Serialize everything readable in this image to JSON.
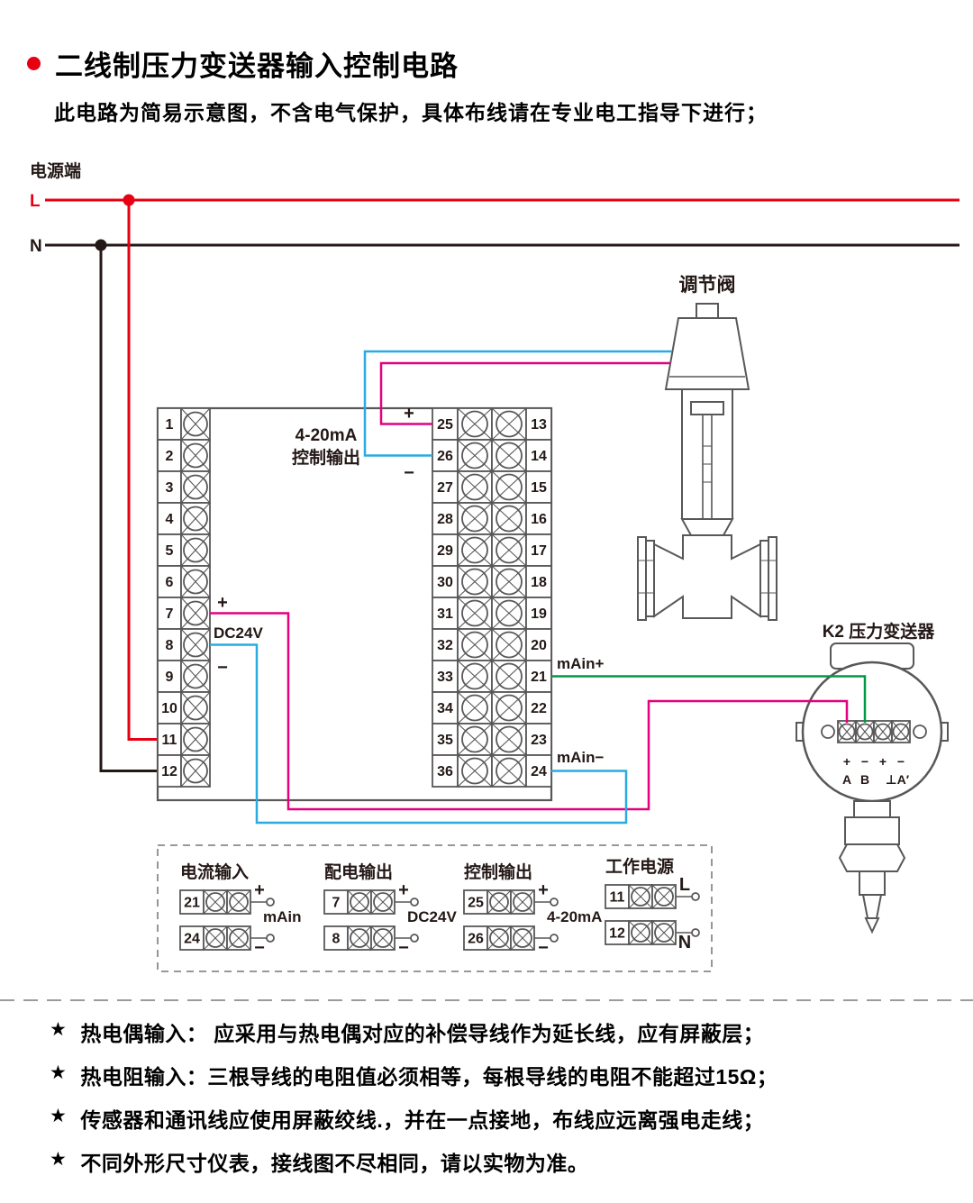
{
  "header": {
    "title": "二线制压力变送器输入控制电路",
    "subtitle": "此电路为简易示意图，不含电气保护，具体布线请在专业电工指导下进行；"
  },
  "power": {
    "label": "电源端",
    "line_l": "L",
    "line_n": "N"
  },
  "valve": {
    "label": "调节阀"
  },
  "instrument": {
    "output_line1": "4-20mA",
    "output_line2": "控制输出",
    "ctrl_plus": "+",
    "ctrl_minus": "−",
    "dc24v_plus": "+",
    "dc24v_label": "DC24V",
    "dc24v_minus": "−",
    "main_plus": "mAin+",
    "main_minus": "mAin−",
    "left_terminals": [
      "1",
      "2",
      "3",
      "4",
      "5",
      "6",
      "7",
      "8",
      "9",
      "10",
      "11",
      "12"
    ],
    "mid_terminals": [
      "25",
      "26",
      "27",
      "28",
      "29",
      "30",
      "31",
      "32",
      "33",
      "34",
      "35",
      "36"
    ],
    "right_terminals": [
      "13",
      "14",
      "15",
      "16",
      "17",
      "18",
      "19",
      "20",
      "21",
      "22",
      "23",
      "24"
    ]
  },
  "transmitter": {
    "label": "K2 压力变送器",
    "polarity": [
      "+",
      "−",
      "+",
      "−"
    ],
    "channels": [
      "A",
      "B",
      "⊥A′"
    ]
  },
  "legend": {
    "groups": [
      {
        "title": "电流输入",
        "rows": [
          {
            "num": "21",
            "sign": "+"
          },
          {
            "num": "24",
            "sign": "−"
          }
        ],
        "center_label": "mAin"
      },
      {
        "title": "配电输出",
        "rows": [
          {
            "num": "7",
            "sign": "+"
          },
          {
            "num": "8",
            "sign": "−"
          }
        ],
        "center_label": "DC24V"
      },
      {
        "title": "控制输出",
        "rows": [
          {
            "num": "25",
            "sign": "+"
          },
          {
            "num": "26",
            "sign": "−"
          }
        ],
        "center_label": "4-20mA"
      },
      {
        "title": "工作电源",
        "rows": [
          {
            "num": "11",
            "sign": "L"
          },
          {
            "num": "12",
            "sign": "N"
          }
        ],
        "center_label": ""
      }
    ]
  },
  "notes": {
    "bullet": "★",
    "items": [
      "热电偶输入： 应采用与热电偶对应的补偿导线作为延长线，应有屏蔽层；",
      "热电阻输入：三根导线的电阻值必须相等，每根导线的电阻不能超过15Ω；",
      "传感器和通讯线应使用屏蔽绞线.，并在一点接地，布线应远离强电走线；",
      "不同外形尺寸仪表，接线图不尽相同，请以实物为准。"
    ]
  },
  "colors": {
    "accent_red": "#e60012",
    "line_black": "#231815",
    "wire_blue": "#29abe2",
    "wire_magenta": "#e4007f",
    "wire_green": "#009944",
    "diagram_gray": "#595757"
  }
}
